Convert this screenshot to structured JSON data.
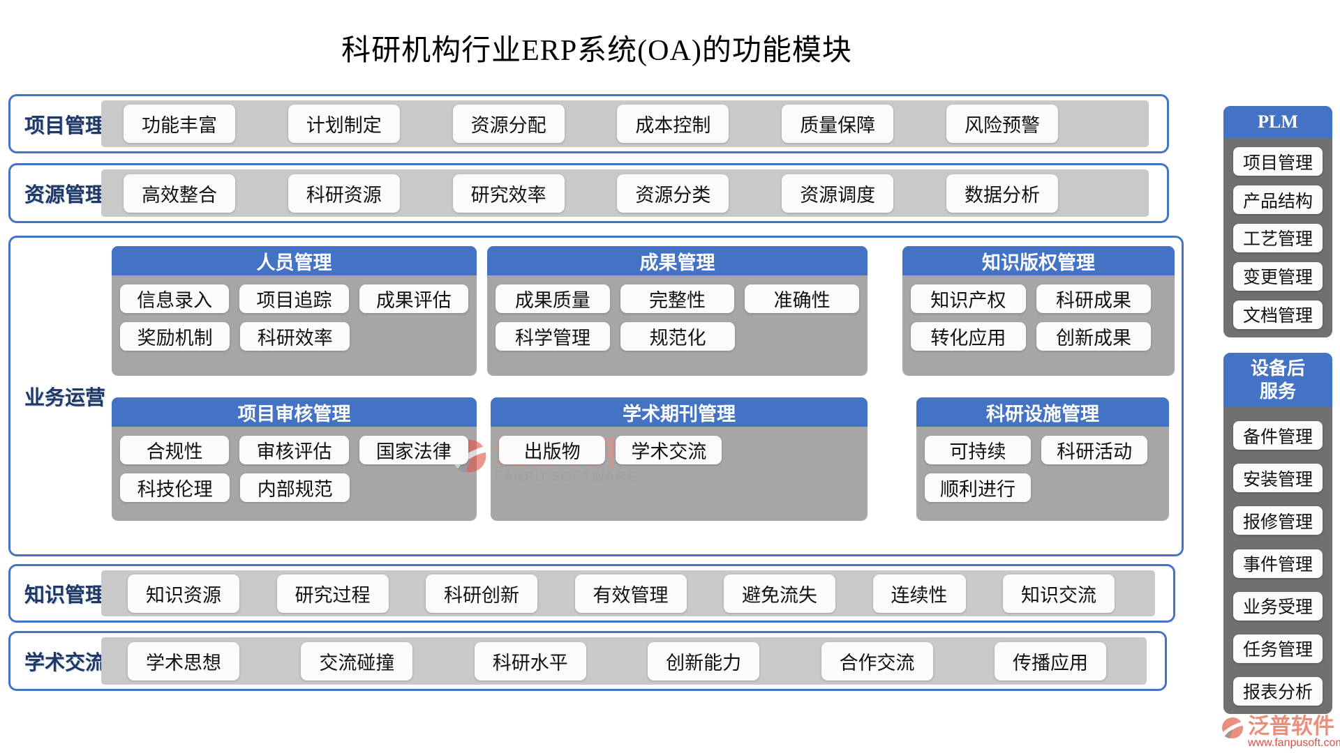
{
  "title": "科研机构行业ERP系统(OA)的功能模块",
  "bands": [
    {
      "label": "项目管理",
      "buttons": [
        "功能丰富",
        "计划制定",
        "资源分配",
        "成本控制",
        "质量保障",
        "风险预警"
      ]
    },
    {
      "label": "资源管理",
      "buttons": [
        "高效整合",
        "科研资源",
        "研究效率",
        "资源分类",
        "资源调度",
        "数据分析"
      ]
    },
    {
      "label": "知识管理",
      "buttons": [
        "知识资源",
        "研究过程",
        "科研创新",
        "有效管理",
        "避免流失",
        "连续性",
        "知识交流"
      ]
    },
    {
      "label": "学术交流",
      "buttons": [
        "学术思想",
        "交流碰撞",
        "科研水平",
        "创新能力",
        "合作交流",
        "传播应用"
      ]
    }
  ],
  "business": {
    "label": "业务运营",
    "panels": [
      {
        "title": "人员管理",
        "rows": [
          [
            "信息录入",
            "项目追踪",
            "成果评估"
          ],
          [
            "奖励机制",
            "科研效率"
          ]
        ]
      },
      {
        "title": "成果管理",
        "rows": [
          [
            "成果质量",
            "完整性",
            "准确性"
          ],
          [
            "科学管理",
            "规范化"
          ]
        ]
      },
      {
        "title": "知识版权管理",
        "rows": [
          [
            "知识产权",
            "科研成果"
          ],
          [
            "转化应用",
            "创新成果"
          ]
        ]
      },
      {
        "title": "项目审核管理",
        "rows": [
          [
            "合规性",
            "审核评估",
            "国家法律"
          ],
          [
            "科技伦理",
            "内部规范"
          ]
        ]
      },
      {
        "title": "学术期刊管理",
        "rows": [
          [
            "出版物",
            "学术交流"
          ]
        ]
      },
      {
        "title": "科研设施管理",
        "rows": [
          [
            "可持续",
            "科研活动"
          ],
          [
            "顺利进行"
          ]
        ]
      }
    ]
  },
  "right_panels": [
    {
      "title": "PLM",
      "items": [
        "项目管理",
        "产品结构",
        "工艺管理",
        "变更管理",
        "文档管理"
      ]
    },
    {
      "title": "设备后\n服务",
      "items": [
        "备件管理",
        "安装管理",
        "报修管理",
        "事件管理",
        "业务受理",
        "任务管理",
        "报表分析"
      ]
    }
  ],
  "watermark": {
    "name": "泛普软件",
    "subname": "FANPU SOFTWARE"
  },
  "footer": {
    "brand": "泛普软件",
    "url": "www.fanpusoft.com"
  },
  "colors": {
    "accent_blue": "#4472C4",
    "band_gray": "#C9C9C9",
    "panel_gray": "#A6A6A6",
    "side_gray": "#707070",
    "label_navy": "#1F3864",
    "logo_red": "#D95045",
    "logo_salmon": "#E8907C"
  }
}
